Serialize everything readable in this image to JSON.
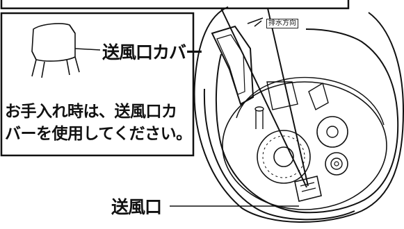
{
  "labels": {
    "cover": "送風口カバー",
    "note_line1": "お手入れ時は、送風口カ",
    "note_line2": "バーを使用してください。",
    "vent": "送風口",
    "drain_direction": "排水方向"
  }
}
